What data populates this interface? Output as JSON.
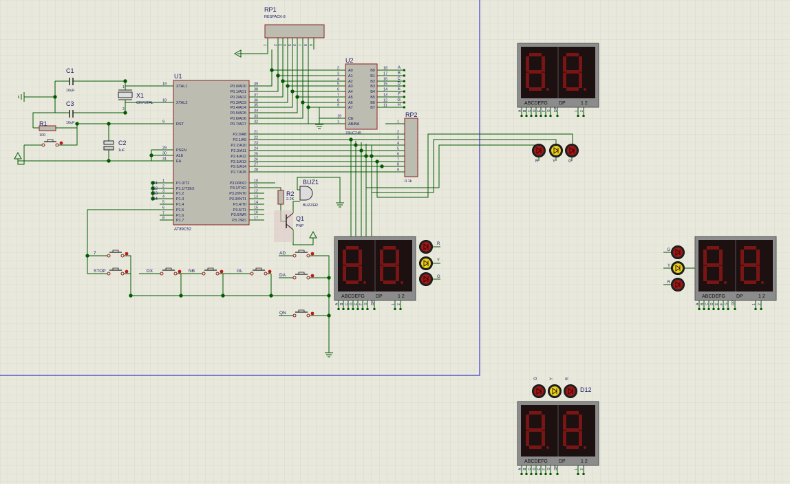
{
  "colors": {
    "background": "#e8e8dc",
    "grid": "#cfcfc0",
    "wire": "#005a00",
    "body": "#bcbcb0",
    "outline": "#8a2020",
    "text": "#1a1a6a",
    "display_frame": "#8c8c8c",
    "display_face": "#1c1010",
    "segment": "#7a1515",
    "led_red": "#a01818",
    "led_yellow": "#e6d51a",
    "sheet_border": "#3a3acd"
  },
  "rp1": {
    "ref": "RP1",
    "value": "RESPACK-8",
    "pins": [
      "1",
      "2",
      "3",
      "4",
      "5",
      "6",
      "7",
      "8",
      "9"
    ]
  },
  "u1": {
    "ref": "U1",
    "part": "AT89C52",
    "left_pins": [
      {
        "num": "19",
        "name": "XTAL1"
      },
      {
        "num": "18",
        "name": "XTAL2"
      },
      {
        "num": "9",
        "name": "RST"
      },
      {
        "num": "29",
        "name": "PSEN"
      },
      {
        "num": "30",
        "name": "ALE"
      },
      {
        "num": "31",
        "name": "EA"
      },
      {
        "num": "1",
        "name": "P1.0/T2"
      },
      {
        "num": "2",
        "name": "P1.1/T2EX"
      },
      {
        "num": "3",
        "name": "P1.2"
      },
      {
        "num": "4",
        "name": "P1.3"
      },
      {
        "num": "5",
        "name": "P1.4"
      },
      {
        "num": "6",
        "name": "P1.5"
      },
      {
        "num": "7",
        "name": "P1.6"
      },
      {
        "num": "8",
        "name": "P1.7"
      }
    ],
    "right_pins": [
      {
        "num": "39",
        "name": "P0.0/AD0"
      },
      {
        "num": "38",
        "name": "P0.1/AD1"
      },
      {
        "num": "37",
        "name": "P0.2/AD2"
      },
      {
        "num": "36",
        "name": "P0.3/AD3"
      },
      {
        "num": "35",
        "name": "P0.4/AD4"
      },
      {
        "num": "34",
        "name": "P0.5/AD5"
      },
      {
        "num": "33",
        "name": "P0.6/AD6"
      },
      {
        "num": "32",
        "name": "P0.7/AD7"
      },
      {
        "num": "21",
        "name": "P2.0/A8"
      },
      {
        "num": "22",
        "name": "P2.1/A9"
      },
      {
        "num": "23",
        "name": "P2.2/A10"
      },
      {
        "num": "24",
        "name": "P2.3/A11"
      },
      {
        "num": "25",
        "name": "P2.4/A12"
      },
      {
        "num": "26",
        "name": "P2.5/A13"
      },
      {
        "num": "27",
        "name": "P2.6/A14"
      },
      {
        "num": "28",
        "name": "P2.7/A15"
      },
      {
        "num": "10",
        "name": "P3.0/RXD"
      },
      {
        "num": "11",
        "name": "P3.1/TXD"
      },
      {
        "num": "12",
        "name": "P3.2/INT0"
      },
      {
        "num": "13",
        "name": "P3.3/INT1"
      },
      {
        "num": "14",
        "name": "P3.4/T0"
      },
      {
        "num": "15",
        "name": "P3.5/T1"
      },
      {
        "num": "16",
        "name": "P3.6/WR"
      },
      {
        "num": "17",
        "name": "P3.7/RD"
      }
    ],
    "s_labels": [
      "S1",
      "S2",
      "S3",
      "S4"
    ]
  },
  "u2": {
    "ref": "U2",
    "part": "74HC245",
    "left_pins": [
      {
        "num": "2",
        "name": "A0"
      },
      {
        "num": "3",
        "name": "A1"
      },
      {
        "num": "4",
        "name": "A2"
      },
      {
        "num": "5",
        "name": "A3"
      },
      {
        "num": "6",
        "name": "A4"
      },
      {
        "num": "7",
        "name": "A5"
      },
      {
        "num": "8",
        "name": "A6"
      },
      {
        "num": "9",
        "name": "A7"
      },
      {
        "num": "19",
        "name": "CE"
      },
      {
        "num": "1",
        "name": "AB/BA"
      }
    ],
    "right_pins": [
      {
        "num": "18",
        "name": "B0"
      },
      {
        "num": "17",
        "name": "B1"
      },
      {
        "num": "16",
        "name": "B2"
      },
      {
        "num": "15",
        "name": "B3"
      },
      {
        "num": "14",
        "name": "B4"
      },
      {
        "num": "13",
        "name": "B5"
      },
      {
        "num": "12",
        "name": "B6"
      },
      {
        "num": "11",
        "name": "B7"
      }
    ],
    "bus_labels": [
      "A",
      "B",
      "C",
      "D",
      "E",
      "F",
      "G",
      "H"
    ]
  },
  "rp2": {
    "ref": "RP2",
    "value": "0.1k",
    "pins": [
      "1",
      "2",
      "3",
      "4",
      "5",
      "6",
      "7",
      "8",
      "9"
    ]
  },
  "x1": {
    "ref": "X1",
    "value": "CRYSTAL"
  },
  "c1": {
    "ref": "C1",
    "value": "10uF"
  },
  "c3": {
    "ref": "C3",
    "value": "10uF"
  },
  "c2": {
    "ref": "C2",
    "value": "1uF"
  },
  "r1": {
    "ref": "R1",
    "value": "100"
  },
  "r2": {
    "ref": "R2",
    "value": "2.2K"
  },
  "buz1": {
    "ref": "BUZ1",
    "value": "BUZZER"
  },
  "q1": {
    "ref": "Q1",
    "value": "PNP"
  },
  "buttons": {
    "b7": "7",
    "stop": "STOP",
    "dx": "DX",
    "nb": "NB",
    "gl": "GL",
    "ad": "AD",
    "da": "DA",
    "qn": "QN"
  },
  "display": {
    "segments_label": "ABCDEFG",
    "dp_label": "DP",
    "digits_label": "1 2",
    "pin_labels": [
      "A",
      "B",
      "C",
      "D",
      "E",
      "F",
      "G",
      "DP",
      "1",
      "2"
    ]
  },
  "leds": {
    "red": "R",
    "yellow": "Y",
    "green": "G"
  },
  "d12_label": "D12"
}
